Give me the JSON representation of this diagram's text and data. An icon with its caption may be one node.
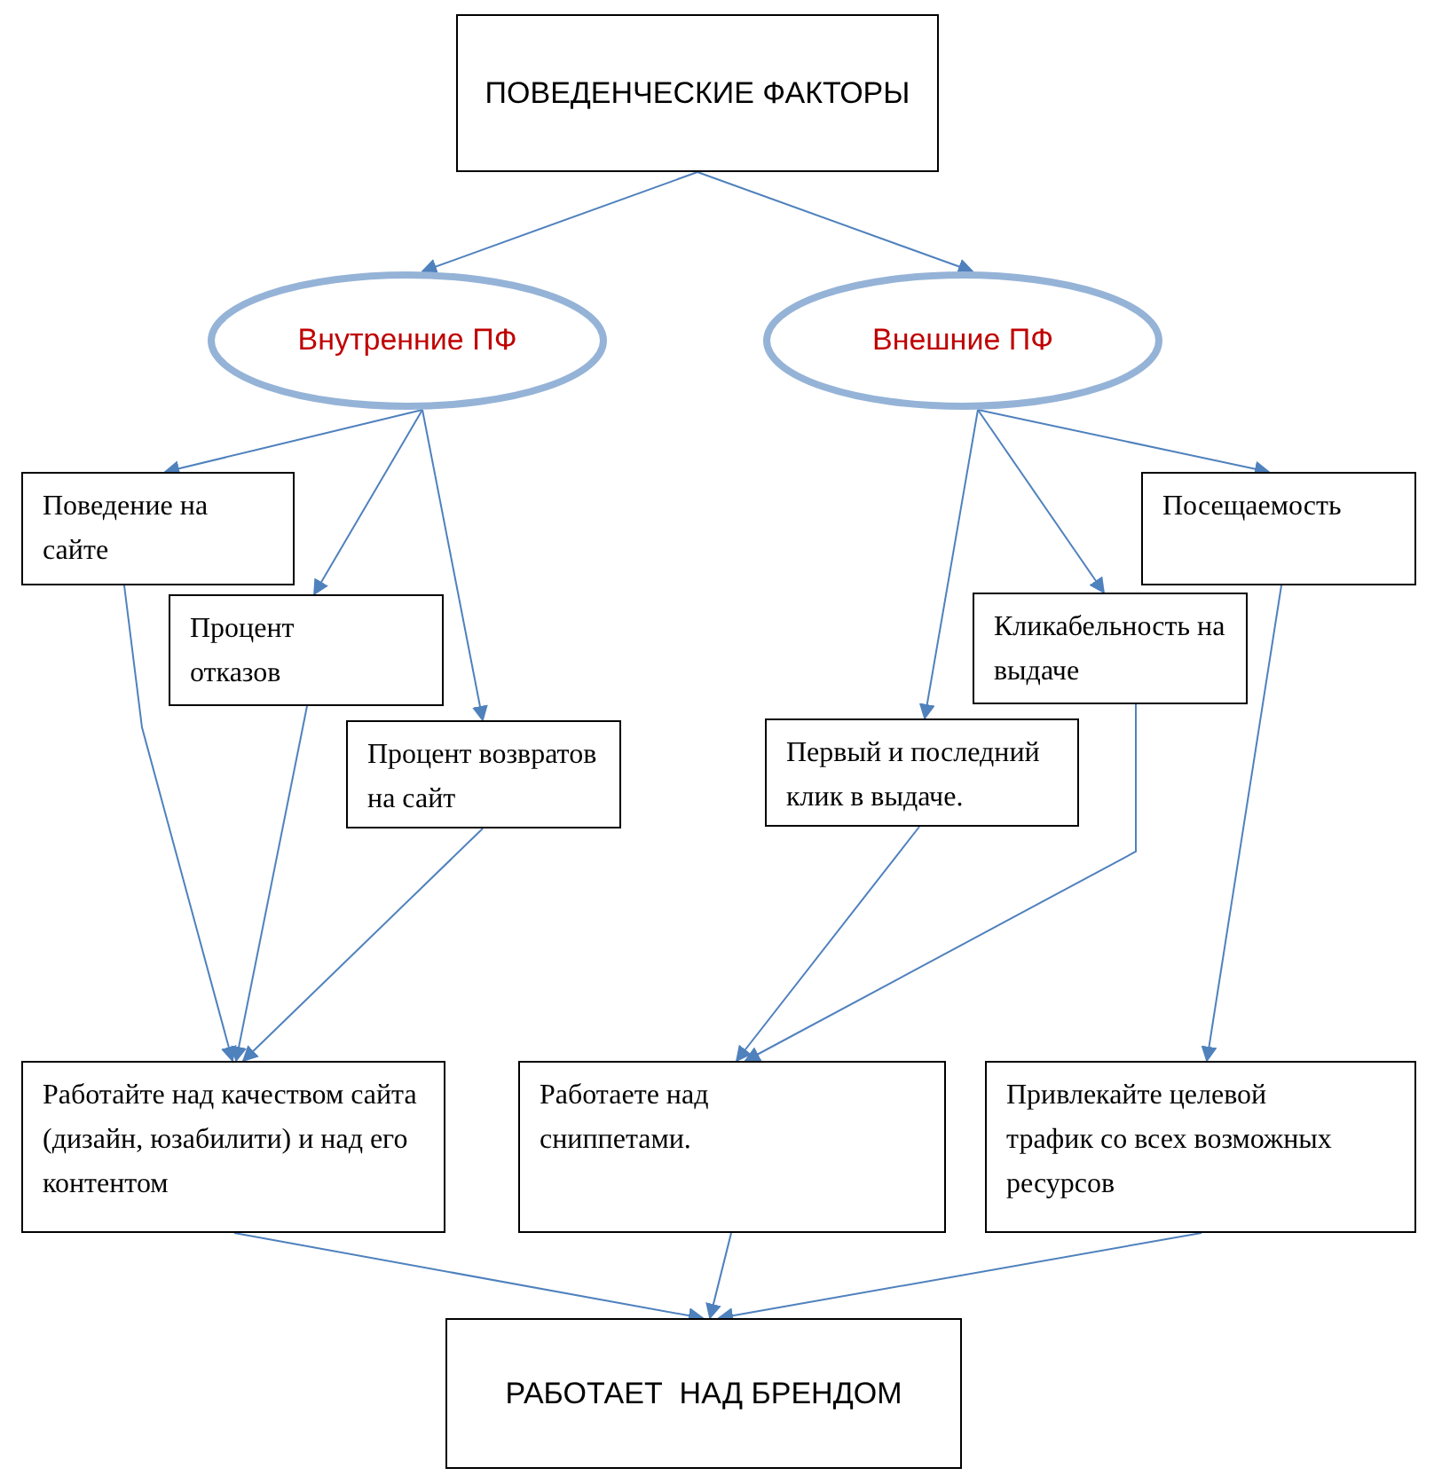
{
  "diagram": {
    "nodes": [
      {
        "text": [
          "ПОВЕДЕНЧЕСКИЕ ФАКТОРЫ"
        ]
      },
      {
        "text": [
          "Внутренние ПФ"
        ]
      },
      {
        "text": [
          "Внешние ПФ"
        ]
      },
      {
        "text": [
          "Поведение на сайте"
        ]
      },
      {
        "text": [
          "Процент отказов"
        ]
      },
      {
        "text": [
          "Процент возвратов на сайт"
        ]
      },
      {
        "text": [
          "Первый и последний клик в выдаче."
        ]
      },
      {
        "text": [
          "Кликабельность на выдаче"
        ]
      },
      {
        "text": [
          "Посещаемость"
        ]
      },
      {
        "text": [
          "Работайте над качеством сайта (дизайн, юзабилити) и над его контентом"
        ]
      },
      {
        "text": [
          "Работаете над сниппетами."
        ]
      },
      {
        "text": [
          "Привлекайте целевой трафик со всех возможных ресурсов"
        ]
      },
      {
        "text": [
          "РАБОТАЕТ  НАД БРЕНДОМ"
        ]
      }
    ],
    "edges": [
      {
        "from": 0,
        "to": 1,
        "arrow": "to"
      },
      {
        "from": 0,
        "to": 2,
        "arrow": "to"
      },
      {
        "from": 1,
        "to": 3,
        "arrow": "to"
      },
      {
        "from": 1,
        "to": 4,
        "arrow": "to"
      },
      {
        "from": 1,
        "to": 5,
        "arrow": "to"
      },
      {
        "from": 2,
        "to": 6,
        "arrow": "to"
      },
      {
        "from": 2,
        "to": 7,
        "arrow": "to"
      },
      {
        "from": 2,
        "to": 8,
        "arrow": "to"
      },
      {
        "from": 3,
        "to": 9,
        "arrow": "to"
      },
      {
        "from": 4,
        "to": 9,
        "arrow": "to"
      },
      {
        "from": 5,
        "to": 9,
        "arrow": "to"
      },
      {
        "from": 6,
        "to": 10,
        "arrow": "to"
      },
      {
        "from": 7,
        "to": 10,
        "arrow": "to"
      },
      {
        "from": 8,
        "to": 11,
        "arrow": "to"
      },
      {
        "from": 9,
        "to": 12,
        "arrow": "to"
      },
      {
        "from": 10,
        "to": 12,
        "arrow": "to"
      },
      {
        "from": 11,
        "to": 12,
        "arrow": "to"
      }
    ]
  }
}
